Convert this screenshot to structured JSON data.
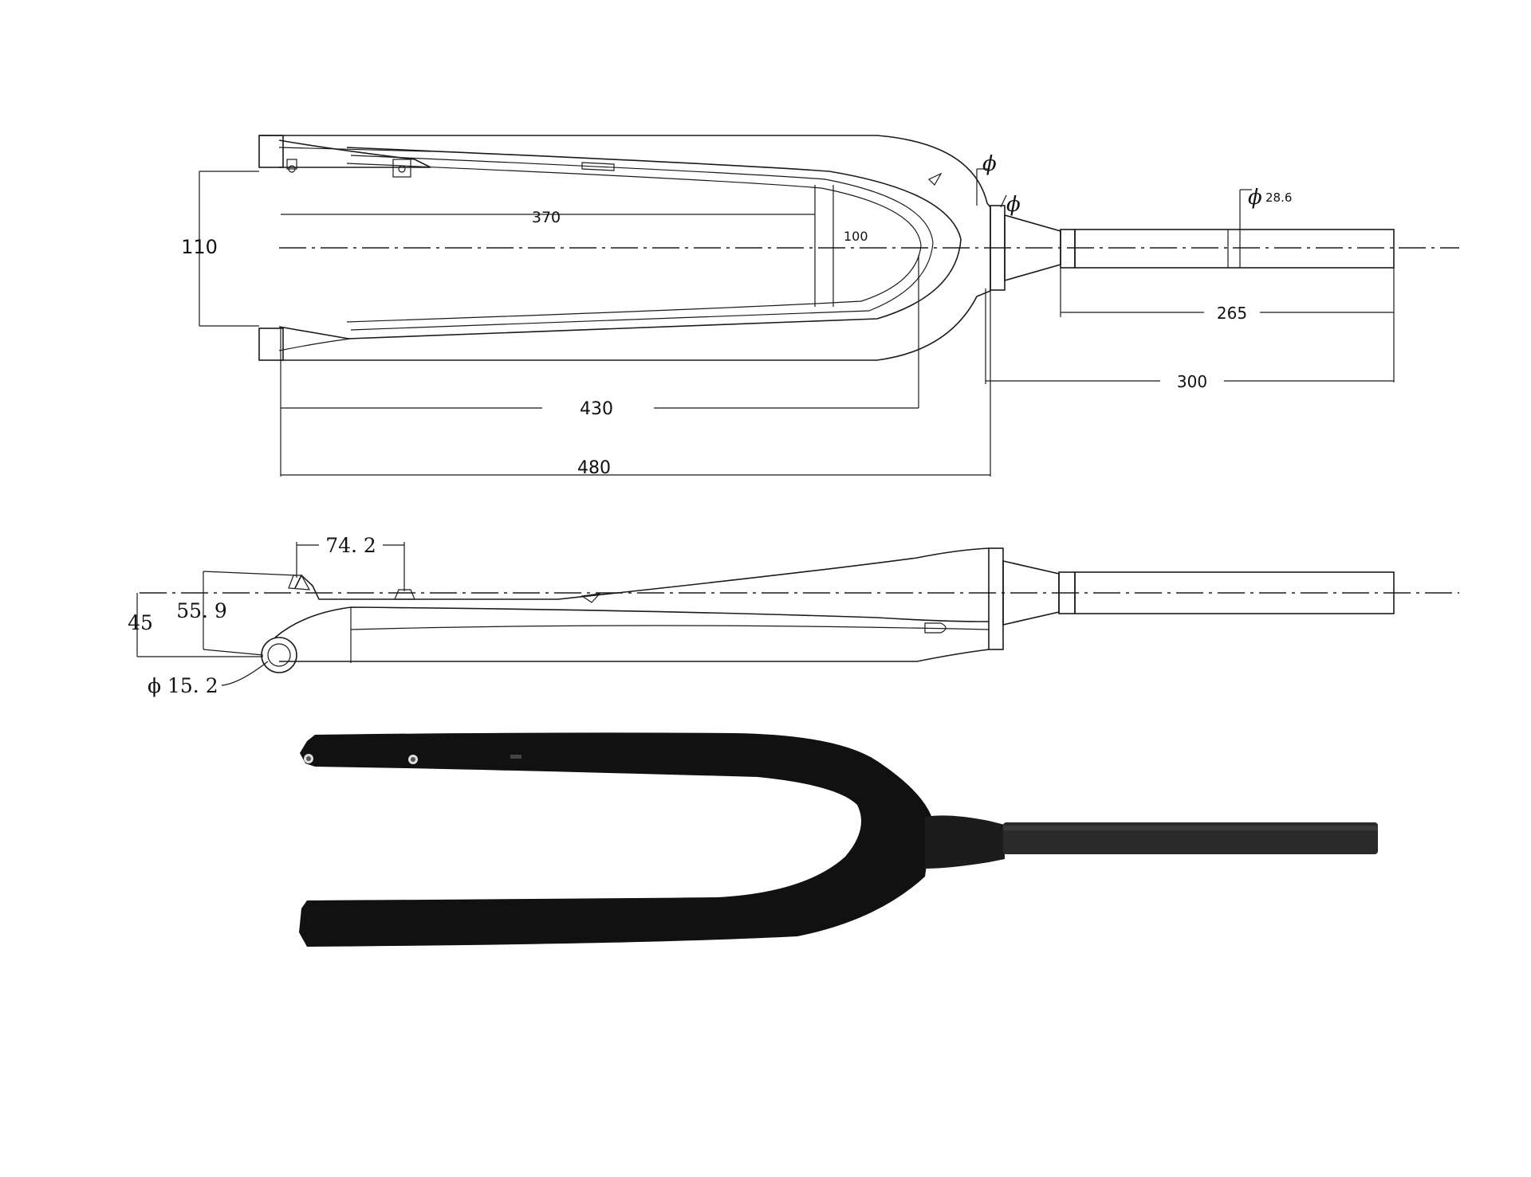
{
  "top_view": {
    "dim_width_outer": "110",
    "dim_inner_length": "370",
    "dim_inner_width": "100",
    "dim_blade_length": "430",
    "dim_total_length": "480",
    "dim_steerer_tube": "265",
    "dim_steerer_total": "300",
    "dim_steerer_diameter_value": "28.6",
    "diameter_symbol": "ϕ"
  },
  "side_view": {
    "dim_mount_spacing": "74. 2",
    "dim_mount_height": "55. 9",
    "dim_dropout_offset": "45",
    "dim_axle_diameter": "ϕ 15. 2"
  },
  "photo": {
    "material": "carbon",
    "color": "#111111"
  }
}
